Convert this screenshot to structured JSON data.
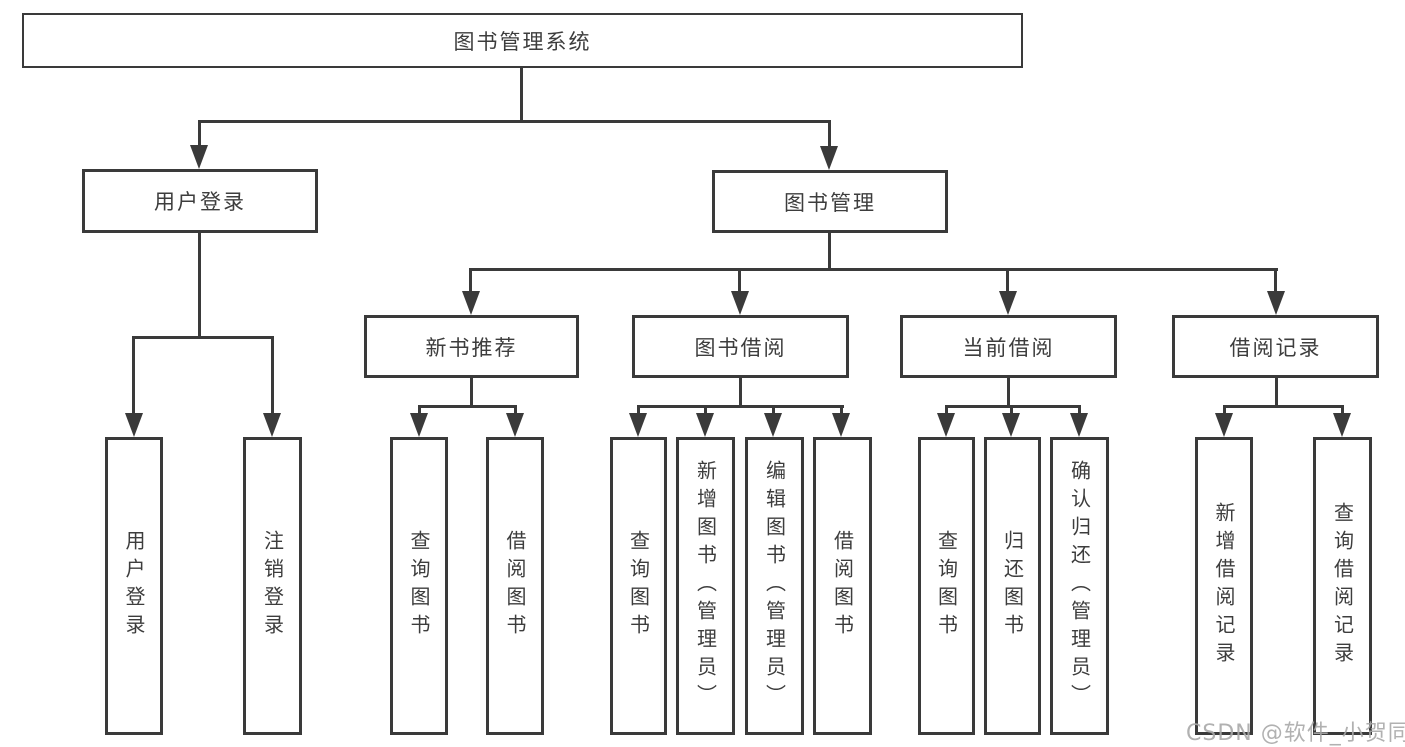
{
  "diagram": {
    "root": {
      "label": "图书管理系统"
    },
    "level2": [
      {
        "label": "用户登录"
      },
      {
        "label": "图书管理"
      }
    ],
    "level3": [
      {
        "label": "新书推荐"
      },
      {
        "label": "图书借阅"
      },
      {
        "label": "当前借阅"
      },
      {
        "label": "借阅记录"
      }
    ],
    "leaves": [
      "用户登录",
      "注销登录",
      "查询图书",
      "借阅图书",
      "查询图书",
      "新增图书（管理员）",
      "编辑图书（管理员）",
      "借阅图书",
      "查询图书",
      "归还图书",
      "确认归还（管理员）",
      "新增借阅记录",
      "查询借阅记录"
    ]
  },
  "watermark": {
    "text": "CSDN @软件_小贺同学"
  },
  "colors": {
    "line": "#3a3a3a",
    "text": "#3d3d3d",
    "watermark": "#a9a9a9",
    "background": "#ffffff"
  }
}
